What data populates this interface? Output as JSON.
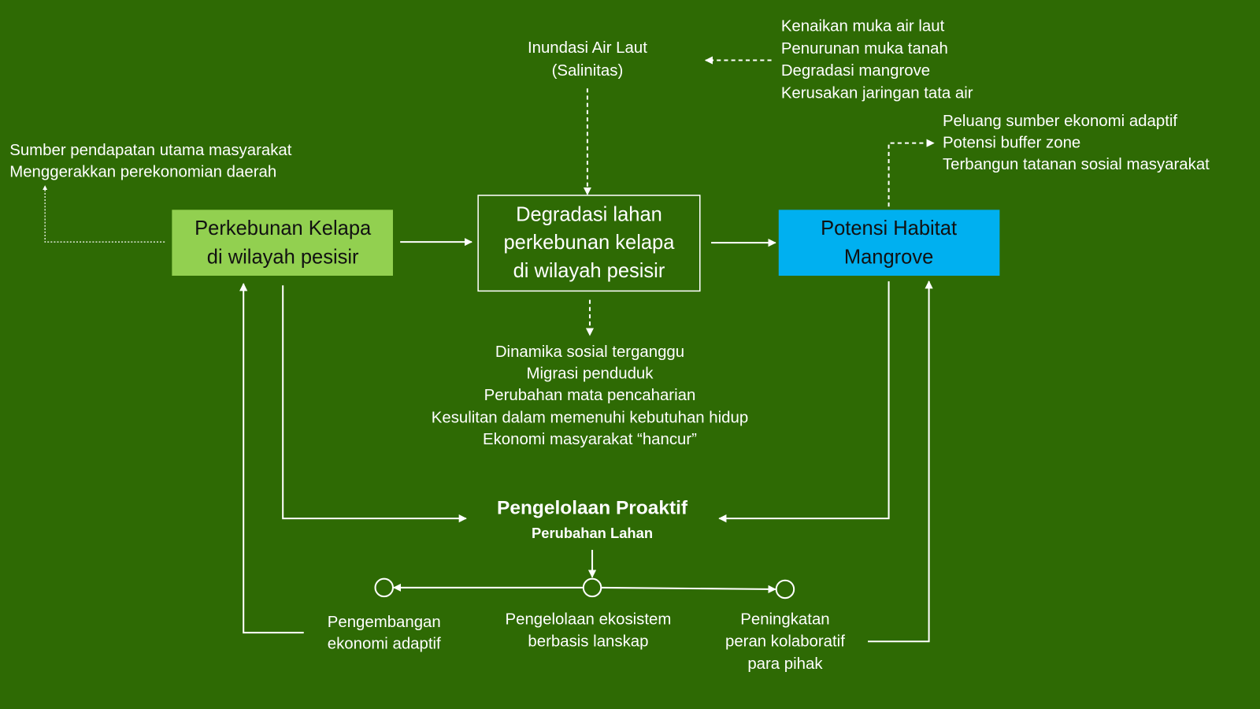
{
  "colors": {
    "background": "#2e6a04",
    "box_kelapa": "#92d050",
    "box_mangrove": "#00b0f0"
  },
  "drivers": [
    "Kenaikan muka air laut",
    "Penurunan muka tanah",
    "Degradasi mangrove",
    "Kerusakan jaringan tata air"
  ],
  "inundation": [
    "Inundasi Air Laut",
    "(Salinitas)"
  ],
  "kelapa_benefits": [
    "Sumber pendapatan utama masyarakat",
    "Menggerakkan perekonomian daerah"
  ],
  "mangrove_benefits": [
    "Peluang sumber ekonomi adaptif",
    "Potensi buffer zone",
    "Terbangun tatanan sosial masyarakat"
  ],
  "box_kelapa": [
    "Perkebunan Kelapa",
    "di wilayah pesisir"
  ],
  "box_degradasi": [
    "Degradasi lahan",
    "perkebunan kelapa",
    "di wilayah pesisir"
  ],
  "box_mangrove": [
    "Potensi Habitat",
    "Mangrove"
  ],
  "impacts": [
    "Dinamika sosial terganggu",
    "Migrasi penduduk",
    "Perubahan mata pencaharian",
    "Kesulitan dalam memenuhi kebutuhan hidup",
    "Ekonomi masyarakat “hancur”"
  ],
  "management": {
    "title": "Pengelolaan Proaktif",
    "subtitle": "Perubahan Lahan"
  },
  "outcomes": {
    "left": [
      "Pengembangan",
      "ekonomi adaptif"
    ],
    "center": [
      "Pengelolaan ekosistem",
      "berbasis lanskap"
    ],
    "right": [
      "Peningkatan",
      "peran kolaboratif",
      "para pihak"
    ]
  }
}
